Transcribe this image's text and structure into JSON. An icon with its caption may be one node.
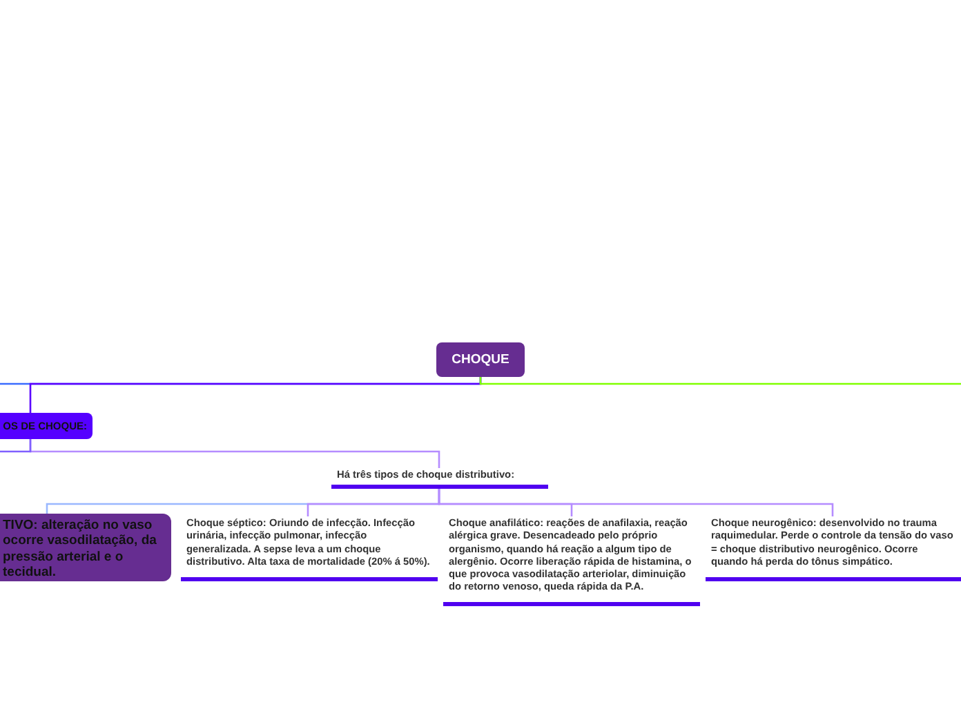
{
  "diagram": {
    "nodes": [
      {
        "text": [
          "CHOQUE"
        ]
      },
      {
        "text": [
          "OS DE CHOQUE:"
        ]
      },
      {
        "text": [
          "Há três tipos de choque distributivo:"
        ]
      },
      {
        "text": [
          "TIVO: alteração no vaso ocorre vasodilatação, da pressão arterial e o tecidual."
        ]
      },
      {
        "text": [
          "Choque séptico: Oriundo de infecção. Infecção urinária, infecção pulmonar, infecção generalizada. A sepse leva a um choque distributivo. Alta taxa de mortalidade (20% á 50%)."
        ]
      },
      {
        "text": [
          "Choque anafilático: reações de anafilaxia, reação alérgica grave. Desencadeado pelo próprio organismo, quando há reação a algum tipo de alergênio. Ocorre liberação rápida de histamina, o que provoca vasodilatação arteriolar, diminuição do retorno venoso, queda rápida da P.A."
        ]
      },
      {
        "text": [
          "Choque neurogênico: desenvolvido no trauma raquimedular. Perde o controle da tensão do vaso = choque distributivo neurogênico. Ocorre quando há perda do tônus simpático."
        ]
      }
    ],
    "edges": [
      {
        "from": 0,
        "to": null,
        "arrow": "none",
        "color": "#3a6cff"
      },
      {
        "from": 0,
        "to": 1,
        "arrow": "none",
        "color": "#5a00ff"
      },
      {
        "from": 0,
        "to": null,
        "arrow": "none",
        "color": "#80ff00"
      },
      {
        "from": 1,
        "to": 2,
        "arrow": "none"
      },
      {
        "from": 1,
        "to": null,
        "arrow": "none",
        "color": "#8060ff"
      },
      {
        "from": 2,
        "to": 3,
        "arrow": "none",
        "color": "#9ab8ff"
      },
      {
        "from": 2,
        "to": 4,
        "arrow": "none"
      },
      {
        "from": 2,
        "to": 5,
        "arrow": "none"
      },
      {
        "from": 2,
        "to": 6,
        "arrow": "none"
      }
    ]
  }
}
